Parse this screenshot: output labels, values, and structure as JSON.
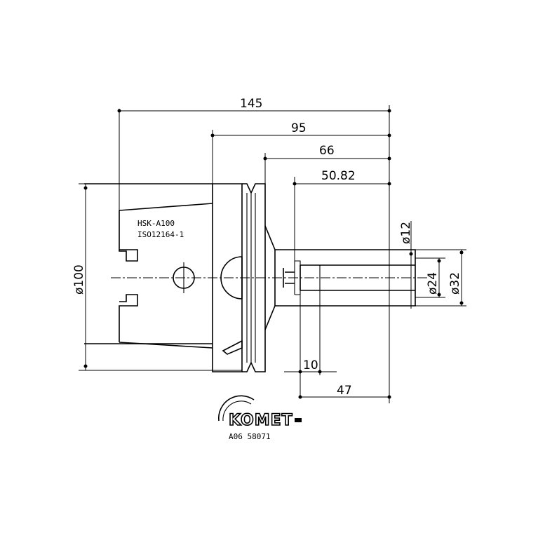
{
  "dimensions": {
    "overall_length": "145",
    "flange_to_end": "95",
    "collar_to_end": "66",
    "bore_depth": "50.82",
    "d_outer": "ø100",
    "d_small": "ø12",
    "d_bore_inner": "ø24",
    "d_bore_outer": "ø32",
    "step_width": "10",
    "bore_length": "47"
  },
  "labels": {
    "spec_line1": "HSK-A100",
    "spec_line2": "ISO12164-1",
    "brand": "KOMET",
    "part_number": "A06 58071"
  }
}
